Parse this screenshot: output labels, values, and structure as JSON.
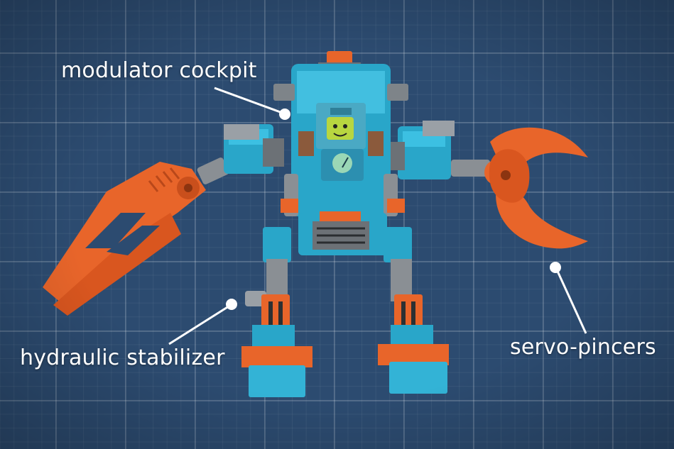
{
  "image": {
    "subject": "lego-mech-robot",
    "colors": {
      "background": "#2c4b70",
      "grid_line": "#4d6b8f",
      "teal": "#29a6c9",
      "orange": "#e8652a",
      "gray": "#8a8f94",
      "label_text": "#ffffff"
    }
  },
  "labels": {
    "cockpit": "modulator cockpit",
    "stabilizer": "hydraulic stabilizer",
    "pincers": "servo-pincers"
  }
}
